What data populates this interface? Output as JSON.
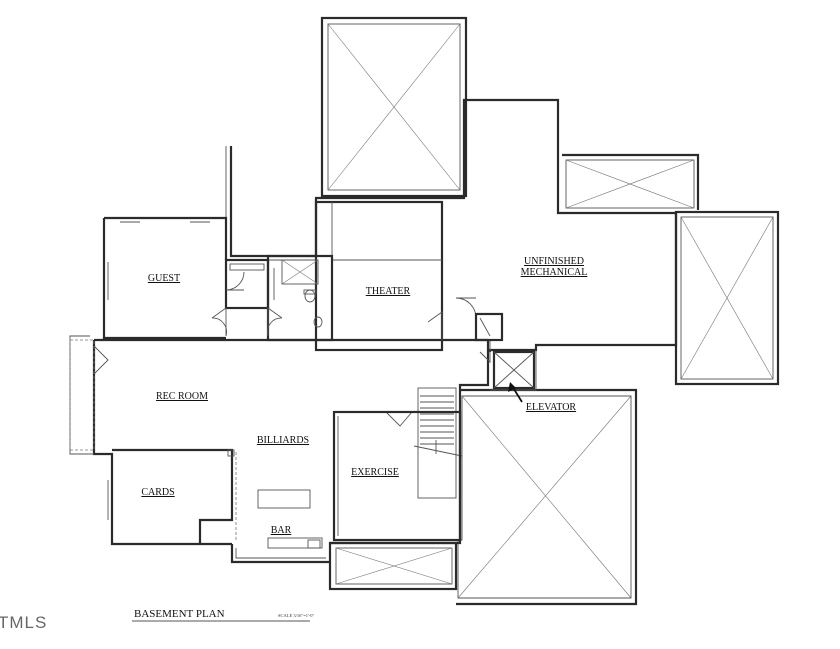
{
  "plan": {
    "title": "BASEMENT PLAN",
    "scale_note": "SCALE 3/16\"=1'-0\"",
    "watermark": "TMLS"
  },
  "rooms": {
    "guest": "GUEST",
    "theater": "THEATER",
    "unfinished_mechanical_line1": "UNFINISHED",
    "unfinished_mechanical_line2": "MECHANICAL",
    "rec_room": "REC ROOM",
    "billiards": "BILLIARDS",
    "cards": "CARDS",
    "exercise": "EXERCISE",
    "bar": "BAR",
    "elevator": "ELEVATOR"
  }
}
